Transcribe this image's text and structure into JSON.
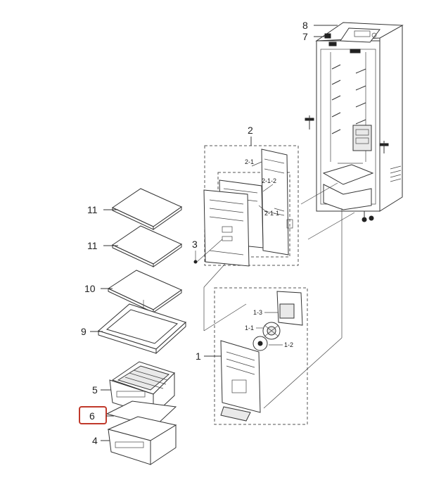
{
  "callouts": {
    "c1": "1",
    "c1_1": "1-1",
    "c1_2": "1-2",
    "c1_3": "1-3",
    "c2": "2",
    "c2_1": "2-1",
    "c2_1_1": "2-1-1",
    "c2_1_2": "2-1-2",
    "c3": "3",
    "c4": "4",
    "c5": "5",
    "c6": "6",
    "c7": "7",
    "c8": "8",
    "c9": "9",
    "c10": "10",
    "c11a": "11",
    "c11b": "11"
  },
  "highlight_color": "#c0392b"
}
